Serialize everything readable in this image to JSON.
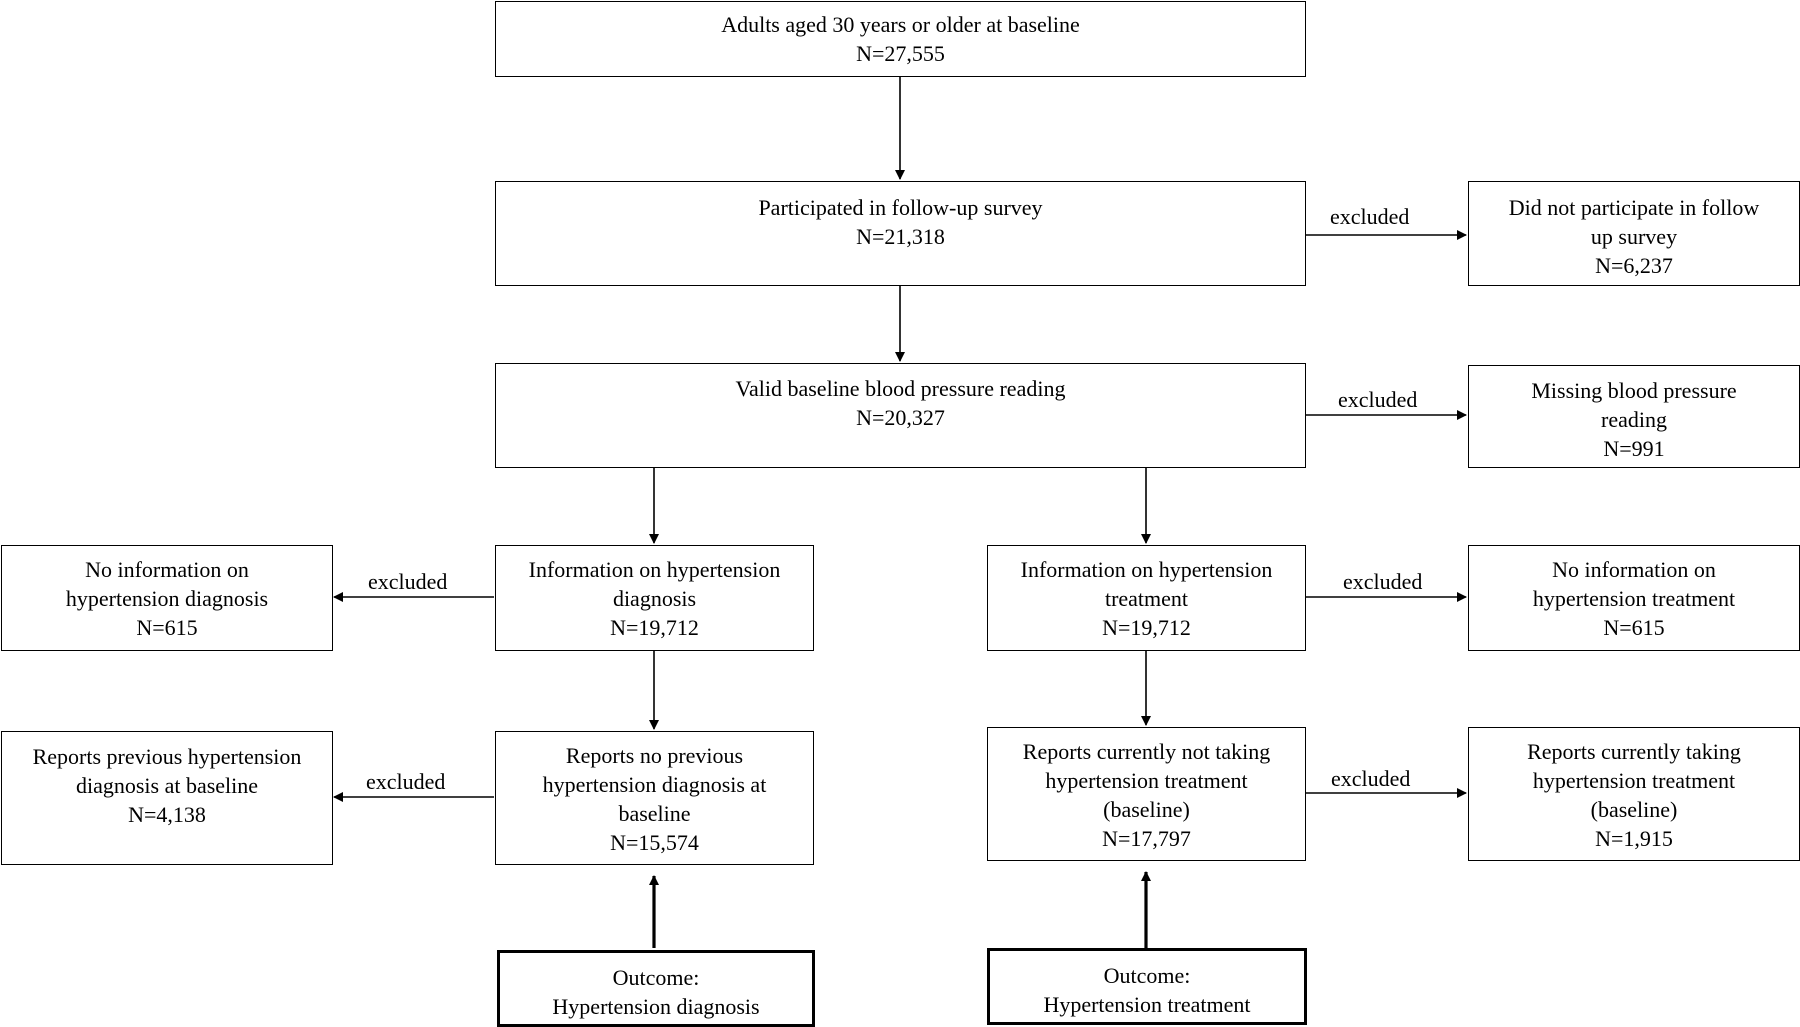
{
  "boxes": {
    "baseline": {
      "lines": [
        "Adults aged 30 years or older  at baseline",
        "N=27,555"
      ]
    },
    "followup": {
      "lines": [
        "Participated in follow-up survey",
        "N=21,318"
      ]
    },
    "no_followup": {
      "lines": [
        "Did not participate in follow",
        "up survey",
        "N=6,237"
      ]
    },
    "valid_bp": {
      "lines": [
        "Valid baseline blood pressure reading",
        "N=20,327"
      ]
    },
    "missing_bp": {
      "lines": [
        "Missing blood pressure",
        "reading",
        "N=991"
      ]
    },
    "info_diag": {
      "lines": [
        "Information on hypertension",
        "diagnosis",
        "N=19,712"
      ]
    },
    "no_info_diag": {
      "lines": [
        "No information on",
        "hypertension diagnosis",
        "N=615"
      ]
    },
    "info_treat": {
      "lines": [
        "Information on hypertension",
        "treatment",
        "N=19,712"
      ]
    },
    "no_info_treat": {
      "lines": [
        "No information on",
        "hypertension treatment",
        "N=615"
      ]
    },
    "no_prev_diag": {
      "lines": [
        "Reports no previous",
        "hypertension diagnosis  at",
        "baseline",
        "N=15,574"
      ]
    },
    "prev_diag": {
      "lines": [
        "Reports previous hypertension",
        "diagnosis at baseline",
        "N=4,138"
      ]
    },
    "not_taking": {
      "lines": [
        "Reports currently not taking",
        "hypertension treatment",
        "(baseline)",
        "N=17,797"
      ]
    },
    "taking": {
      "lines": [
        "Reports currently taking",
        "hypertension treatment",
        "(baseline)",
        "N=1,915"
      ]
    },
    "outcome_diag": {
      "lines": [
        "Outcome:",
        "Hypertension diagnosis"
      ]
    },
    "outcome_treat": {
      "lines": [
        "Outcome:",
        "Hypertension treatment"
      ]
    }
  },
  "edge_label": "excluded"
}
